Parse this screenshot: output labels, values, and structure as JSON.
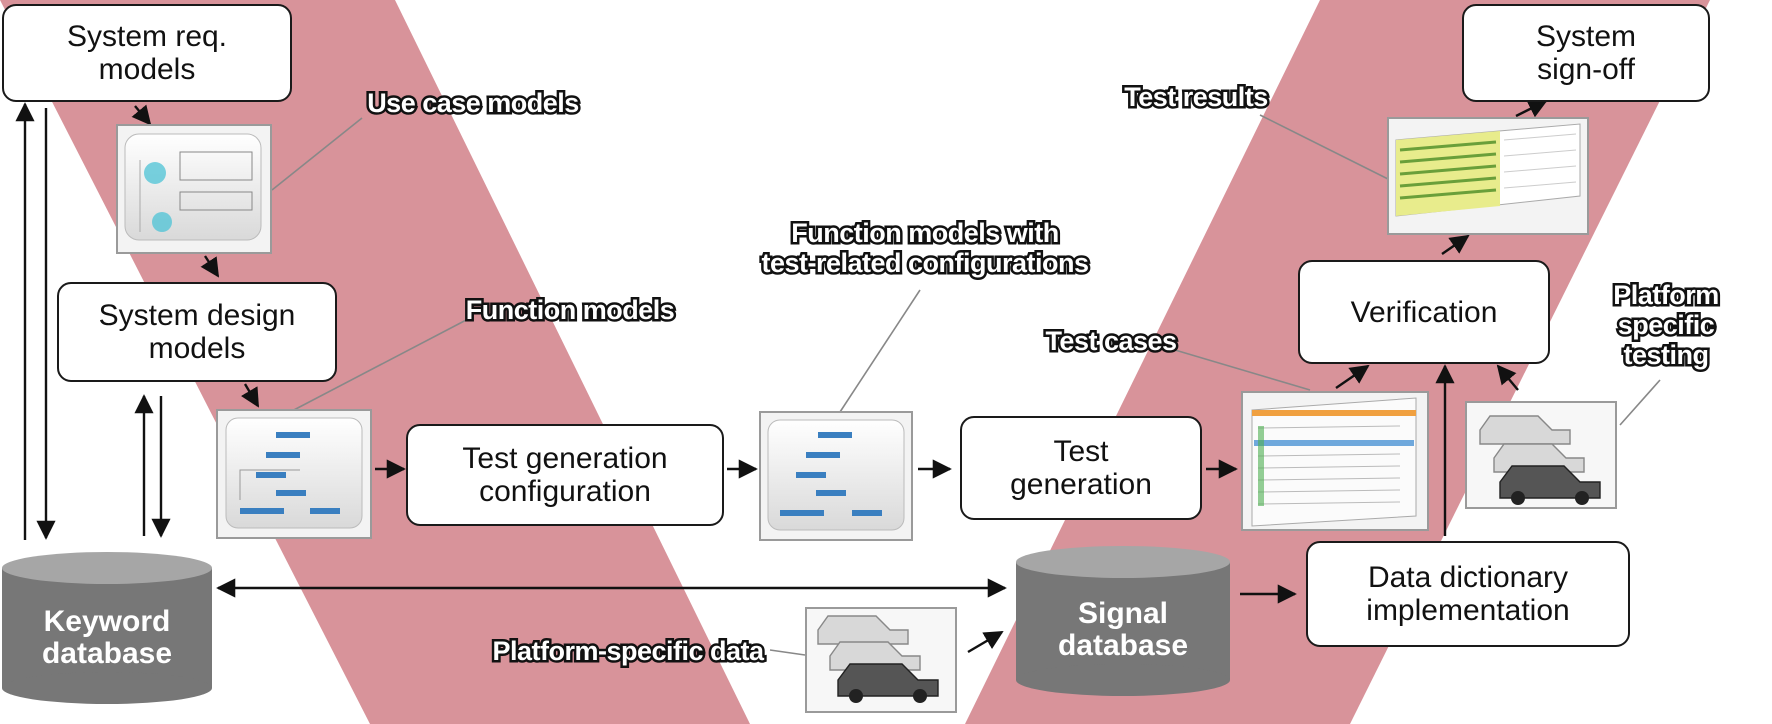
{
  "boxes": {
    "system_req": "System req.\nmodels",
    "system_design": "System design\nmodels",
    "test_gen_config": "Test generation\nconfiguration",
    "test_generation": "Test\ngeneration",
    "verification": "Verification",
    "system_signoff": "System\nsign-off",
    "data_dictionary": "Data dictionary\nimplementation"
  },
  "databases": {
    "keyword": "Keyword\ndatabase",
    "signal": "Signal\ndatabase"
  },
  "callouts": {
    "use_case_models": "Use case models",
    "function_models": "Function models",
    "function_models_configs": "Function models with\ntest-related configurations",
    "test_cases": "Test cases",
    "test_results": "Test results",
    "platform_specific_testing": "Platform\nspecific\ntesting",
    "platform_specific_data": "Platform-specific data"
  },
  "colors": {
    "v_band": "#d8939a",
    "database": "#777777",
    "box_border": "#1a1a1a",
    "callout_text": "#ffffff",
    "callout_outline": "#111111"
  },
  "icons": {
    "model_screenshot": "model-screenshot-icon",
    "table_screenshot": "table-screenshot-icon",
    "car_fleet": "car-fleet-icon"
  }
}
